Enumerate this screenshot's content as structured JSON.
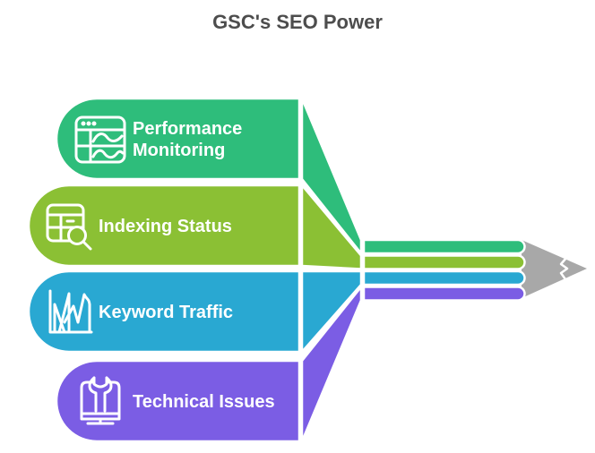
{
  "title": "GSC's SEO Power",
  "title_color": "#4d4d4d",
  "background_color": "#ffffff",
  "items": [
    {
      "label": "Performance Monitoring",
      "lines": [
        "Performance",
        "Monitoring"
      ],
      "color": "#2ebd7b",
      "icon": "browser-analytics-icon"
    },
    {
      "label": "Indexing Status",
      "lines": [
        "Indexing Status"
      ],
      "color": "#8bc034",
      "icon": "table-search-icon"
    },
    {
      "label": "Keyword Traffic",
      "lines": [
        "Keyword Traffic"
      ],
      "color": "#29a8d2",
      "icon": "traffic-peaks-chart-icon"
    },
    {
      "label": "Technical Issues",
      "lines": [
        "Technical Issues"
      ],
      "color": "#7b5de4",
      "icon": "monitor-wrench-icon"
    }
  ],
  "arrow": {
    "name": "pencil-tip-arrow",
    "color": "#a8a8a8"
  }
}
